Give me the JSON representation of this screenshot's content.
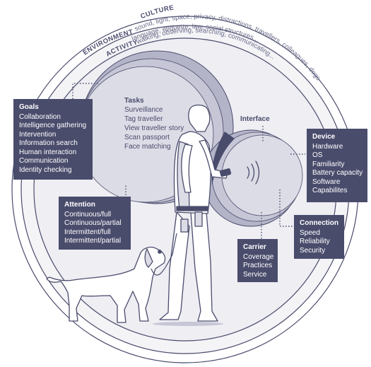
{
  "rings": {
    "culture": {
      "label": "CULTURE",
      "text": "language, etiquette, law, social structures..."
    },
    "environment": {
      "label": "ENVIRONMENT",
      "text": "sound, light, space, privacy, distractions, travellers, colleagues, dogs"
    },
    "activity": {
      "label": "ACTIVITY",
      "text": "walking, observing, searching, communicating..."
    }
  },
  "tasks": {
    "title": "Tasks",
    "items": [
      "Surveillance",
      "Tag traveller",
      "View traveller story",
      "Scan passport",
      "Face matching"
    ]
  },
  "interface_label": "Interface",
  "goals": {
    "title": "Goals",
    "items": [
      "Collaboration",
      "Intelligence gathering",
      "Intervention",
      "Information search",
      "Human interaction",
      "Communication",
      "Identity checking"
    ]
  },
  "attention": {
    "title": "Attention",
    "items": [
      "Continuous/full",
      "Continuous/partial",
      "Intermittent/full",
      "Intermittent/partial"
    ]
  },
  "device": {
    "title": "Device",
    "items": [
      "Hardware",
      "OS",
      "Familiarity",
      "Battery capacity",
      "Software",
      "Capabilites"
    ]
  },
  "connection": {
    "title": "Connection",
    "items": [
      "Speed",
      "Reliability",
      "Security"
    ]
  },
  "carrier": {
    "title": "Carrier",
    "items": [
      "Coverage",
      "Practices",
      "Service"
    ]
  },
  "colors": {
    "box": "#4a4c6c",
    "ring_fill": "#eeeef3",
    "inner_fill": "#d9d9e4",
    "crescent": "#b4b4c8",
    "stroke": "#4a4c6c"
  },
  "icons": [
    "officer-figure",
    "dog-figure",
    "phone-signal-icon"
  ]
}
